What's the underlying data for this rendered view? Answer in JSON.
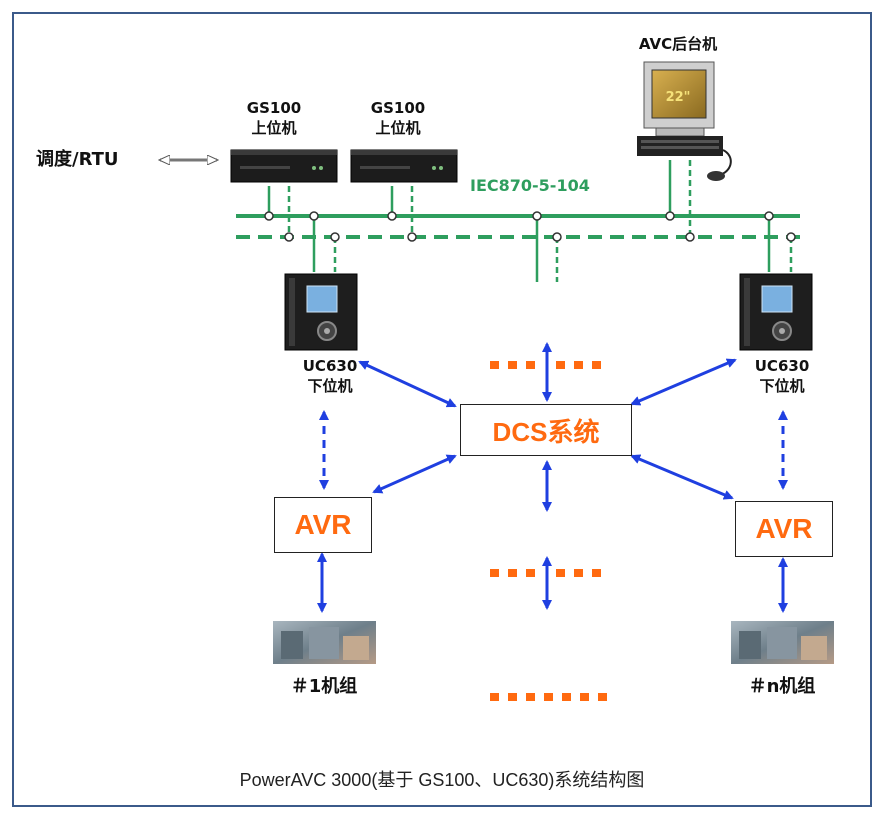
{
  "labels": {
    "avc_backend": "AVC后台机",
    "monitor_size": "22\"",
    "gs100_left_model": "GS100",
    "gs100_left_role": "上位机",
    "gs100_right_model": "GS100",
    "gs100_right_role": "上位机",
    "dispatch_rtu": "调度/RTU",
    "bus_protocol": "IEC870-5-104",
    "uc630_left_model": "UC630",
    "uc630_left_role": "下位机",
    "uc630_right_model": "UC630",
    "uc630_right_role": "下位机",
    "dcs": "DCS系统",
    "avr_left": "AVR",
    "avr_right": "AVR",
    "unit_first": "＃1机组",
    "unit_n": "＃n机组"
  },
  "caption": "PowerAVC 3000(基于 GS100、UC630)系统结构图",
  "colors": {
    "bus_green": "#2e9e5e",
    "arrow_blue": "#1f3fe0",
    "accent_orange": "#ff6a10",
    "frame_blue": "#3b5a8a"
  }
}
